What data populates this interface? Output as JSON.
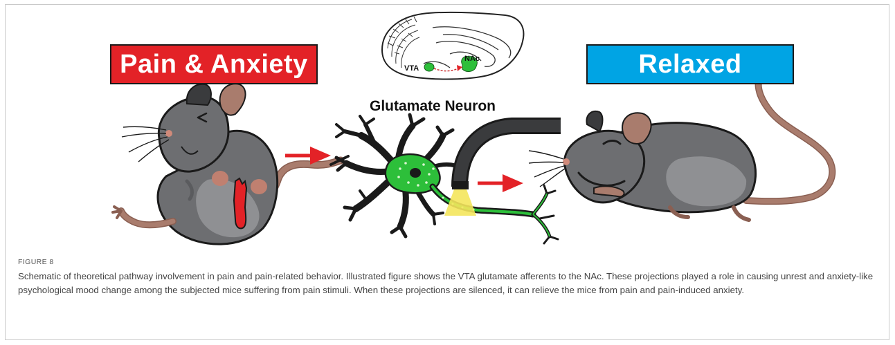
{
  "figure": {
    "label_left": "Pain & Anxiety",
    "label_right": "Relaxed",
    "neuron_label": "Glutamate Neuron",
    "brain_labels": {
      "vta": "VTA",
      "nac": "NAc"
    },
    "colors": {
      "pain_box": "#e32227",
      "relaxed_box": "#00a4e4",
      "arrow": "#e32227",
      "neuron_soma": "#2dbf3a",
      "light_beam": "#f4e65c",
      "mouse_body": "#6d6e71",
      "mouse_tail": "#a97c6d"
    }
  },
  "caption": {
    "label": "FIGURE 8",
    "text": "Schematic of theoretical pathway involvement in pain and pain-related behavior. Illustrated figure shows the VTA glutamate afferents to the NAc. These projections played a role in causing unrest and anxiety-like psychological mood change among the subjected mice suffering from pain stimuli. When these projections are silenced, it can relieve the mice from pain and pain-induced anxiety."
  }
}
